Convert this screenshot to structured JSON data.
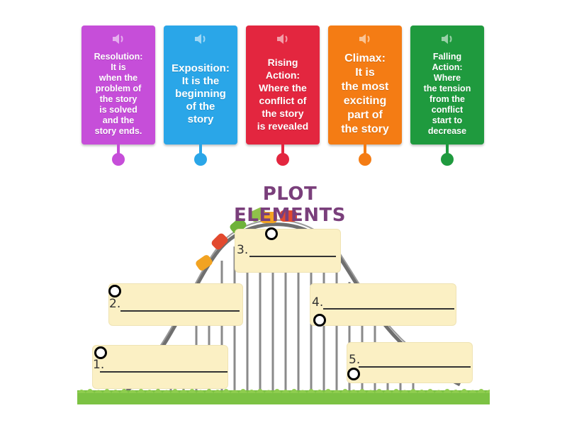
{
  "cards": [
    {
      "text": "Resolution:\nIt is\nwhen the\nproblem of\nthe story\nis solved\nand the\nstory ends.",
      "color": "#c64ed9",
      "pin_color": "#c64ed9"
    },
    {
      "text": "Exposition:\nIt is the\nbeginning\nof the\nstory",
      "color": "#2aa6e8",
      "pin_color": "#2aa6e8"
    },
    {
      "text": "Rising\nAction:\nWhere the\nconflict of\nthe story\nis revealed",
      "color": "#e3263f",
      "pin_color": "#e3263f"
    },
    {
      "text": "Climax:\nIt is\nthe most\nexciting\npart of\nthe story",
      "color": "#f47c14",
      "pin_color": "#f47c14"
    },
    {
      "text": "Falling\nAction:\nWhere\nthe tension\nfrom the\nconflict\nstart to\ndecrease",
      "color": "#1f9a3e",
      "pin_color": "#1f9a3e"
    }
  ],
  "diagram": {
    "title": "PLOT ELEMENTS",
    "slots": [
      {
        "label": "1."
      },
      {
        "label": "2."
      },
      {
        "label": "3."
      },
      {
        "label": "4."
      },
      {
        "label": "5."
      }
    ]
  },
  "icons": {
    "card_audio": "speaker-icon",
    "slot_target": "drop-target-icon"
  },
  "colors": {
    "box_fill": "#fbf0c4",
    "title": "#7a3f7b",
    "grass": "#7cc243"
  }
}
